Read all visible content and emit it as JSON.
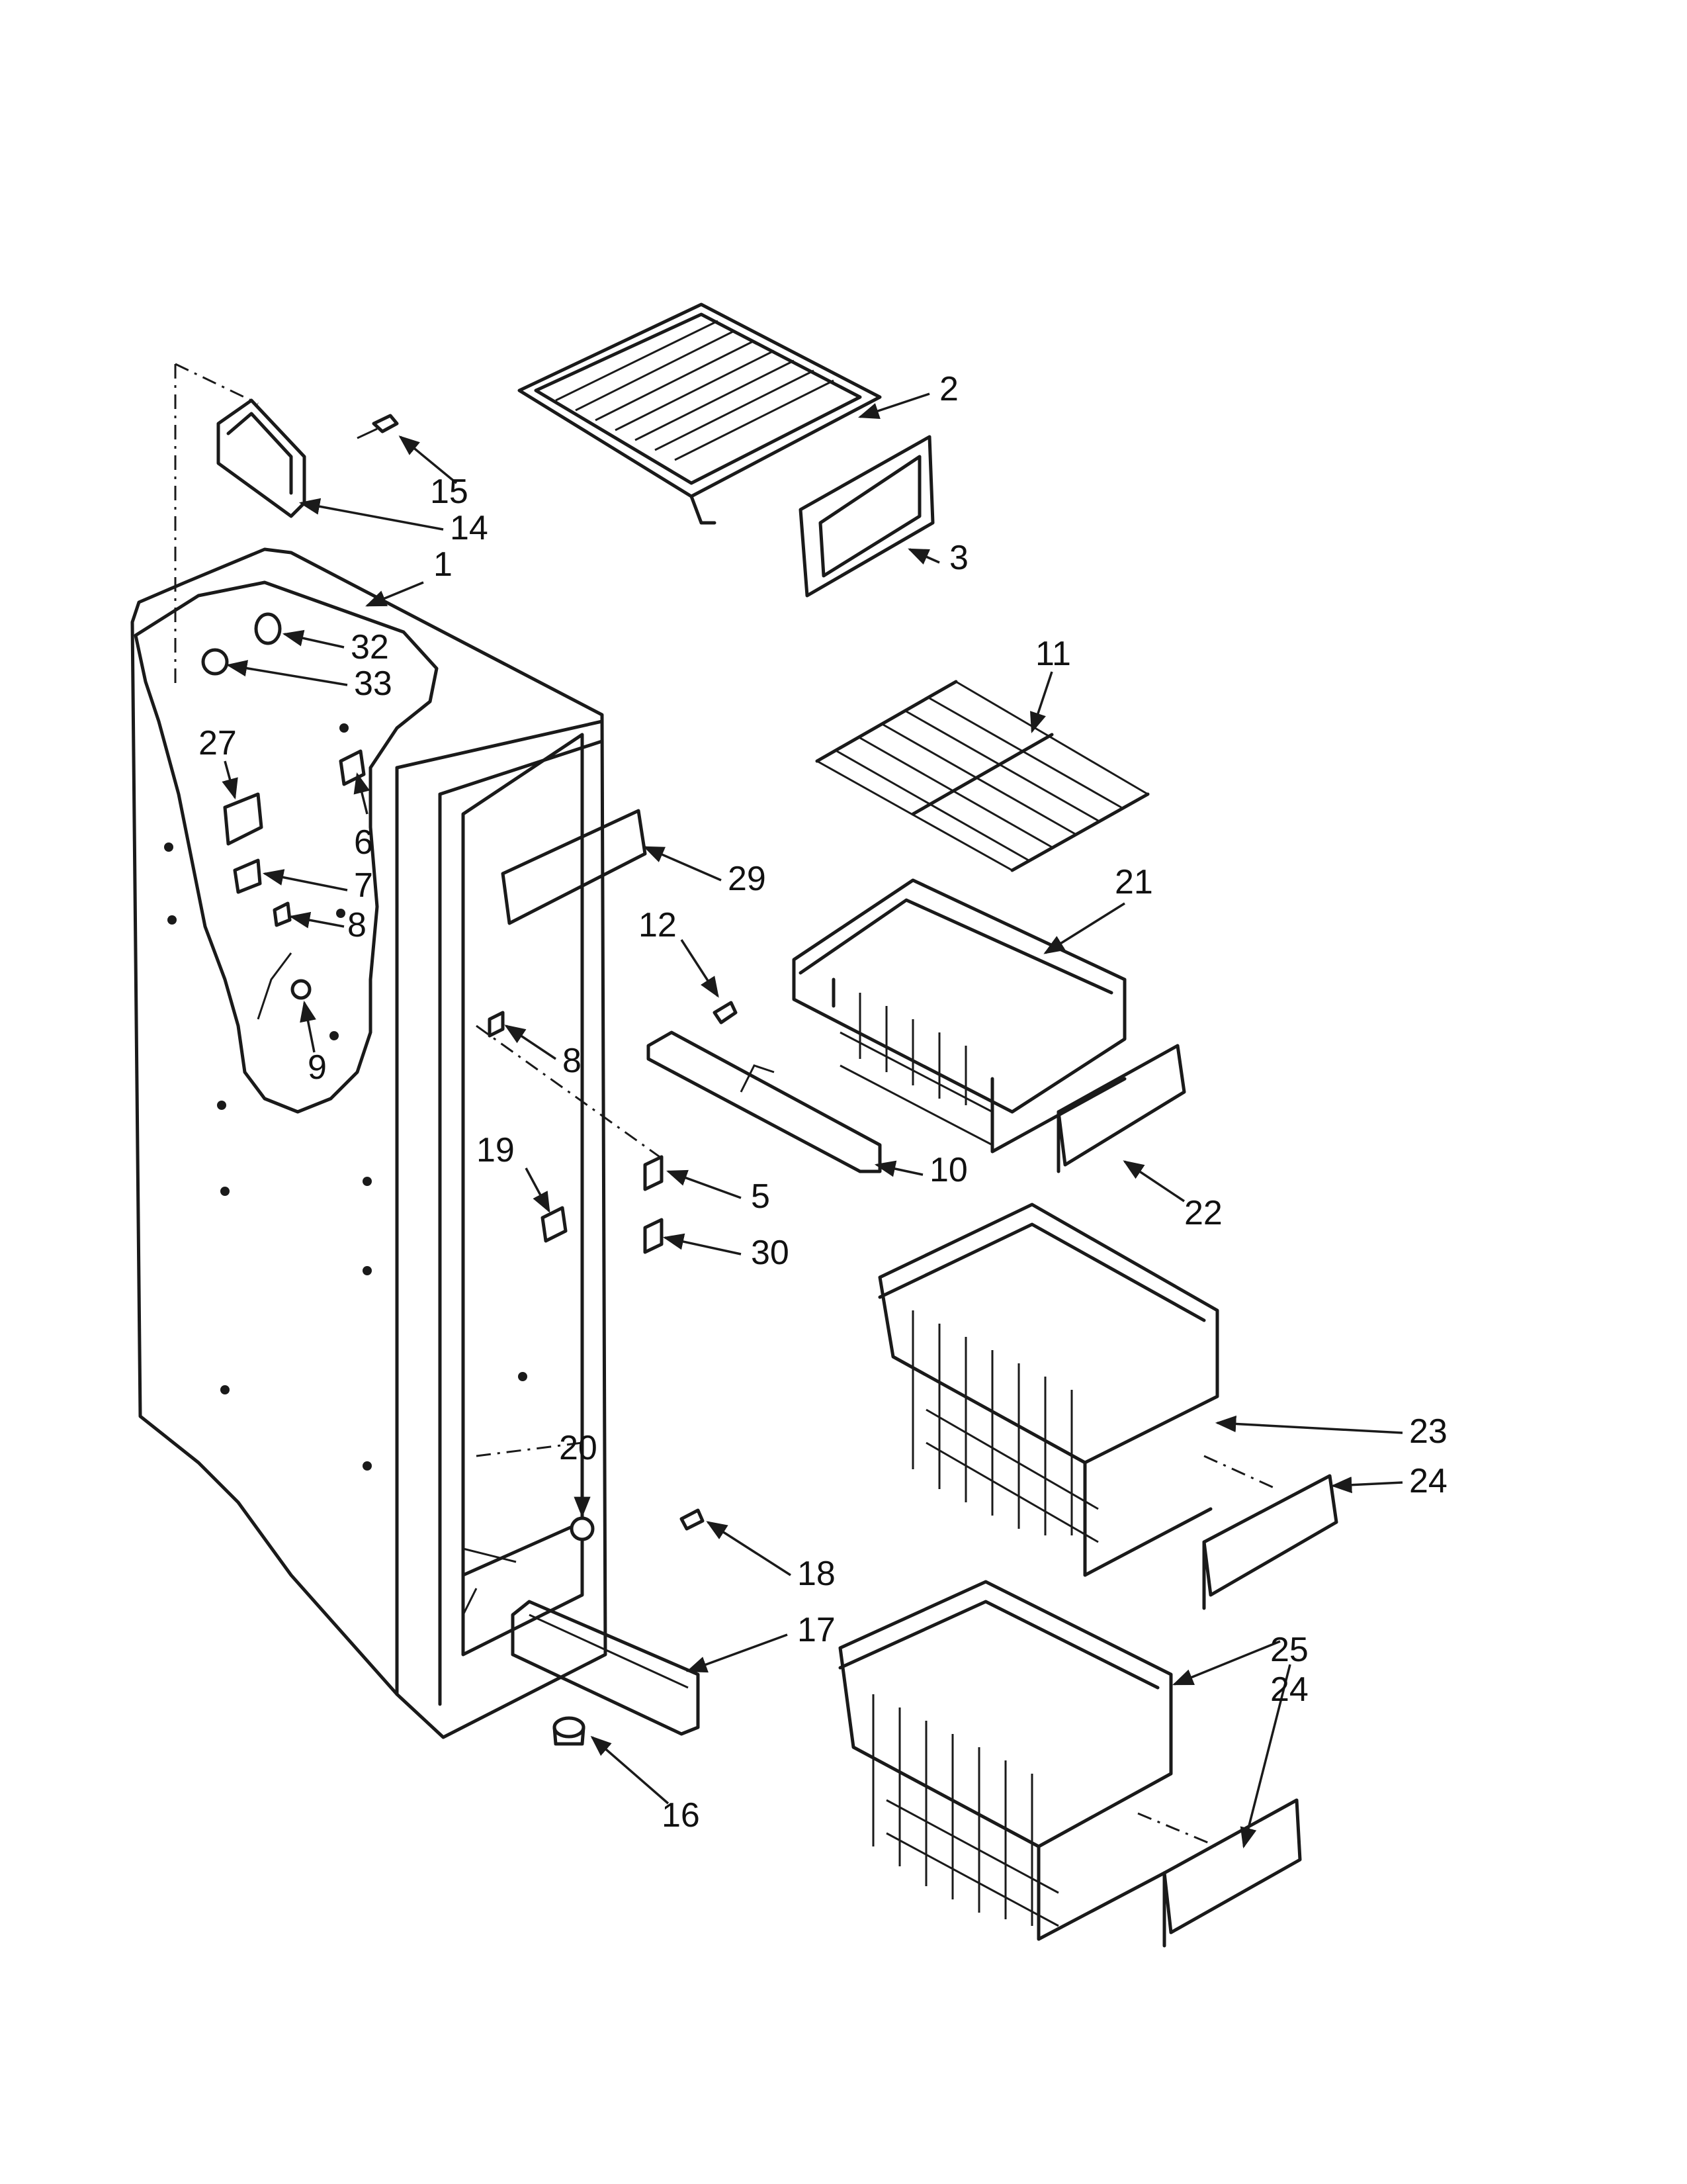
{
  "title": "",
  "callouts": [
    {
      "id": "1"
    },
    {
      "id": "2"
    },
    {
      "id": "3"
    },
    {
      "id": "5"
    },
    {
      "id": "6"
    },
    {
      "id": "7"
    },
    {
      "id": "8"
    },
    {
      "id": "9"
    },
    {
      "id": "10"
    },
    {
      "id": "11"
    },
    {
      "id": "12"
    },
    {
      "id": "14"
    },
    {
      "id": "15"
    },
    {
      "id": "16"
    },
    {
      "id": "17"
    },
    {
      "id": "18"
    },
    {
      "id": "19"
    },
    {
      "id": "20"
    },
    {
      "id": "21"
    },
    {
      "id": "22"
    },
    {
      "id": "23"
    },
    {
      "id": "24"
    },
    {
      "id": "25"
    },
    {
      "id": "27"
    },
    {
      "id": "29"
    },
    {
      "id": "30"
    },
    {
      "id": "32"
    },
    {
      "id": "33"
    }
  ],
  "labels": {
    "p1": "1",
    "p2": "2",
    "p3": "3",
    "p5": "5",
    "p6": "6",
    "p7": "7",
    "p8a": "8",
    "p8b": "8",
    "p9": "9",
    "p10": "10",
    "p11": "11",
    "p12": "12",
    "p14": "14",
    "p15": "15",
    "p16": "16",
    "p17": "17",
    "p18": "18",
    "p19": "19",
    "p20": "20",
    "p21": "21",
    "p22": "22",
    "p23": "23",
    "p24a": "24",
    "p24b": "24",
    "p25": "25",
    "p27": "27",
    "p29": "29",
    "p30": "30",
    "p32": "32",
    "p33": "33"
  },
  "colors": {
    "ink": "#1a1a1a",
    "paper": "#ffffff"
  }
}
